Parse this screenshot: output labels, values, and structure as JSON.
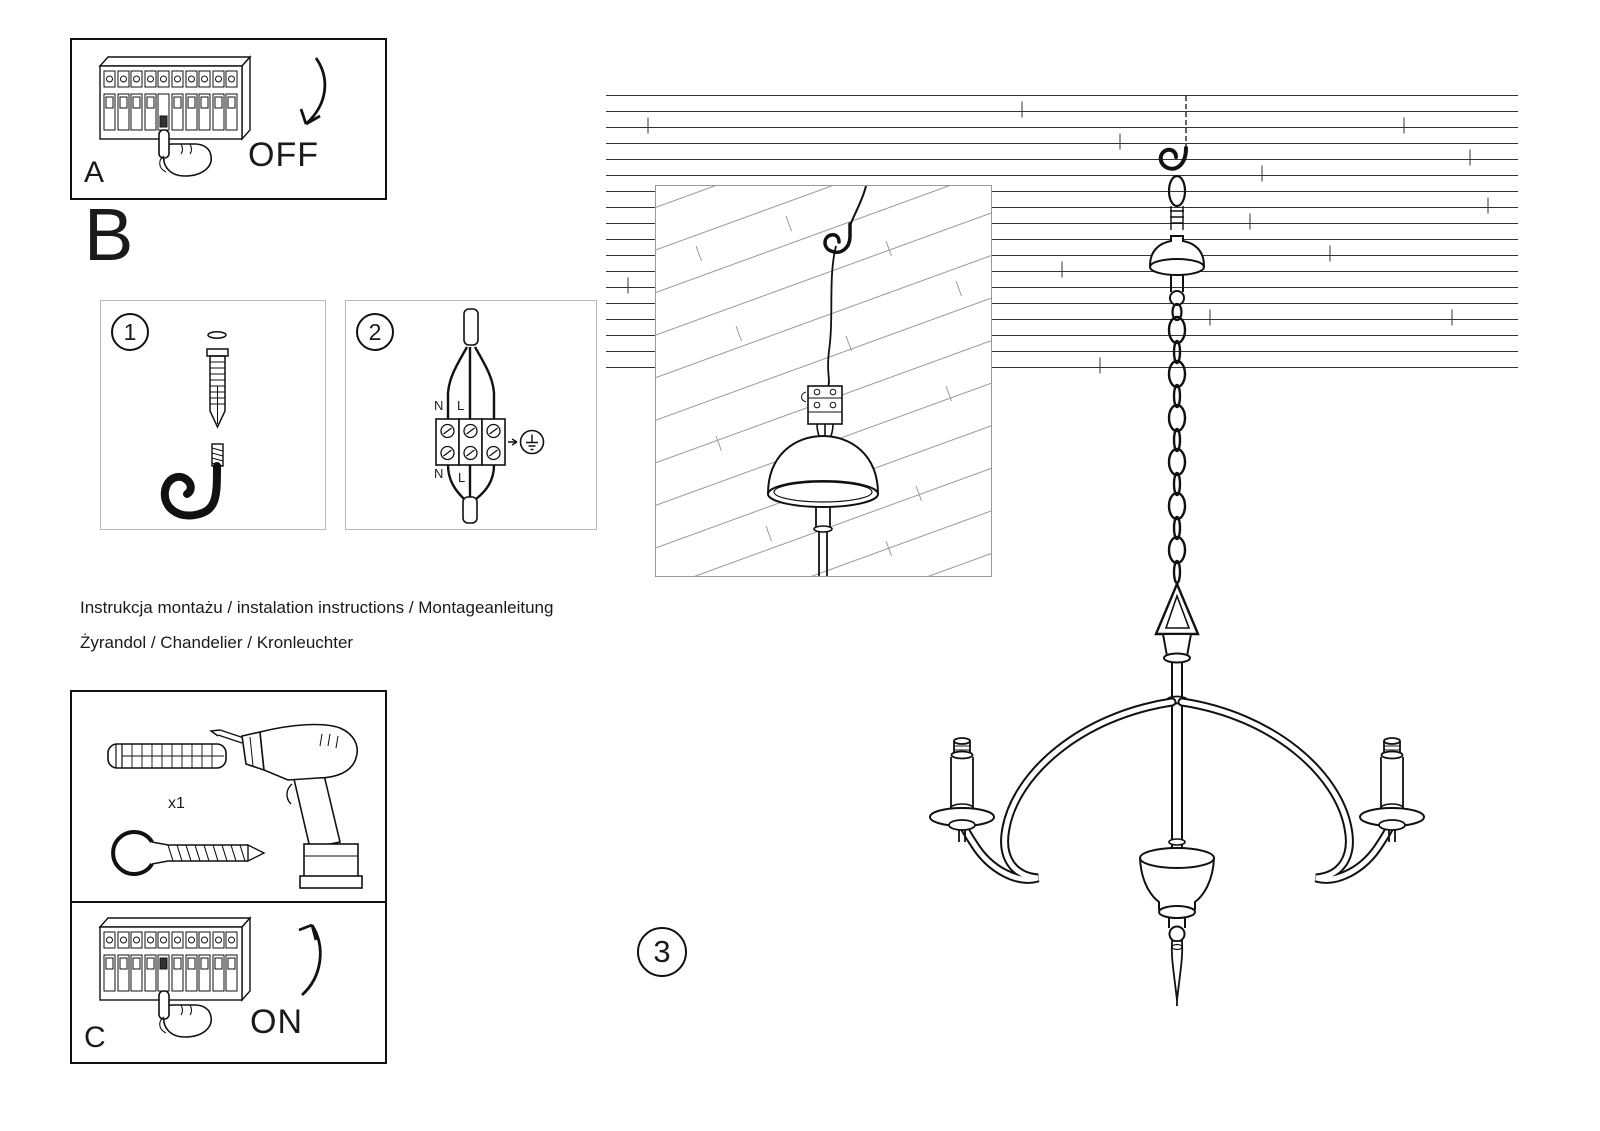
{
  "sheet": {
    "step_a": {
      "label": "A",
      "action": "OFF"
    },
    "step_b": {
      "label": "B"
    },
    "step_1": {
      "num": "1"
    },
    "step_2": {
      "num": "2",
      "n_top": "N",
      "l_top": "L",
      "n_bottom": "N",
      "l_bottom": "L"
    },
    "tools": {
      "count": "x1"
    },
    "step_c": {
      "label": "C",
      "action": "ON"
    },
    "step_3": {
      "num": "3"
    },
    "instructions_line1": "Instrukcja montażu / instalation instructions / Montageanleitung",
    "instructions_line2": "Żyrandol / Chandelier / Kronleuchter"
  }
}
